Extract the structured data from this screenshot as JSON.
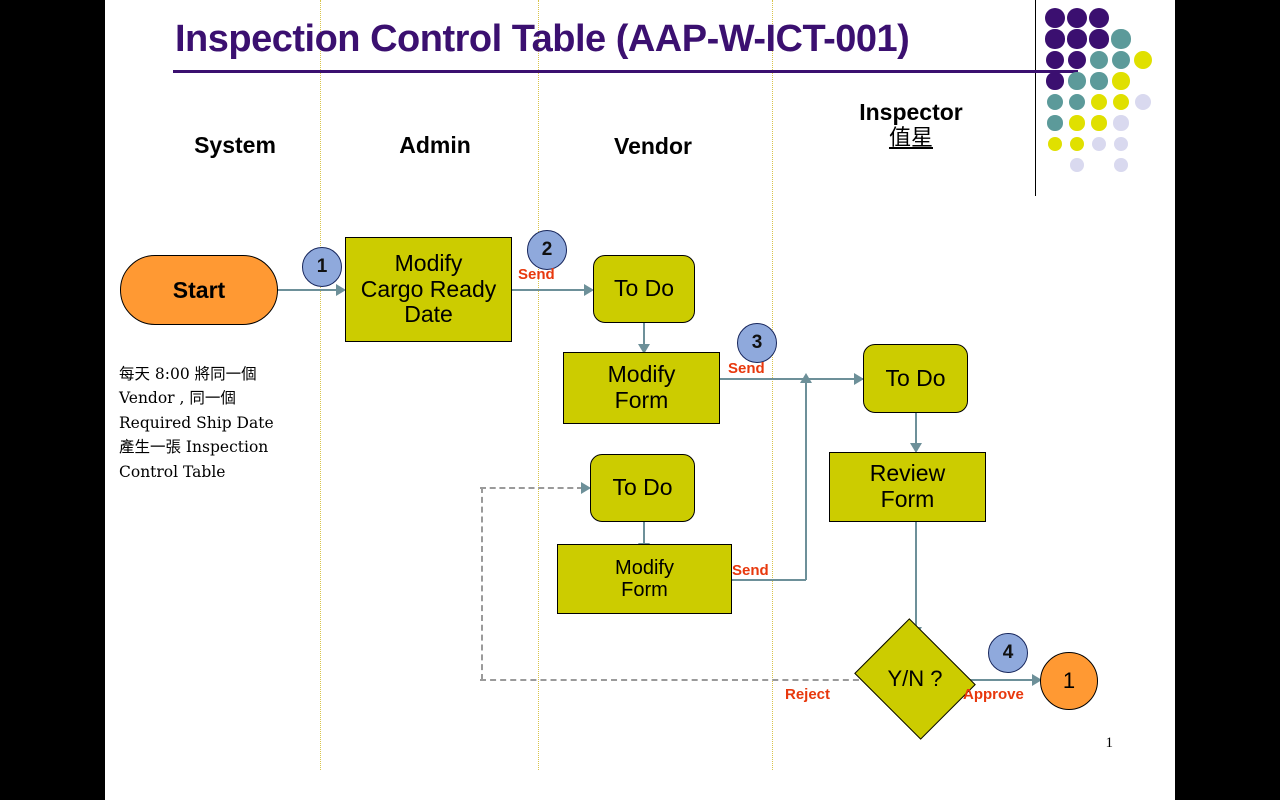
{
  "slide": {
    "title": "Inspection Control Table (AAP-W-ICT-001)",
    "page_number": "1",
    "colors": {
      "title": "#3b1070",
      "process_fill": "#cccc00",
      "terminator_fill": "#ff9933",
      "badge_fill": "#8fa9dc",
      "connector": "#6d9099",
      "label_text": "#e8380d",
      "guide_line": "#d9c44a",
      "dashed_line": "#9a9a9a",
      "slide_background": "#ffffff",
      "letterbox": "#000000"
    }
  },
  "lanes": [
    {
      "id": "system",
      "label": "System"
    },
    {
      "id": "admin",
      "label": "Admin"
    },
    {
      "id": "vendor",
      "label": "Vendor"
    },
    {
      "id": "inspector",
      "label": "Inspector",
      "sublabel": "值星"
    }
  ],
  "note": {
    "lines": [
      "每天 8:00 將同一個",
      "Vendor , 同一個",
      "Required Ship Date",
      "產生一張 Inspection",
      "Control Table"
    ]
  },
  "nodes": {
    "start": {
      "label": "Start",
      "shape": "terminator",
      "lane": "system"
    },
    "modify_cargo": {
      "label": "Modify Cargo Ready Date",
      "shape": "process",
      "lane": "admin",
      "line1": "Modify",
      "line2": "Cargo Ready",
      "line3": "Date"
    },
    "vendor_todo": {
      "label": "To Do",
      "shape": "process-rounded",
      "lane": "vendor"
    },
    "vendor_modify": {
      "label": "Modify Form",
      "shape": "process",
      "lane": "vendor",
      "line1": "Modify",
      "line2": "Form"
    },
    "vendor_todo2": {
      "label": "To Do",
      "shape": "process-rounded",
      "lane": "vendor"
    },
    "vendor_modify2": {
      "label": "Modify Form",
      "shape": "process",
      "lane": "vendor",
      "line1": "Modify",
      "line2": "Form"
    },
    "inspector_todo": {
      "label": "To Do",
      "shape": "process-rounded",
      "lane": "inspector"
    },
    "review_form": {
      "label": "Review Form",
      "shape": "process",
      "lane": "inspector",
      "line1": "Review",
      "line2": "Form"
    },
    "decision": {
      "label": "Y/N ?",
      "shape": "decision",
      "lane": "inspector"
    },
    "connector_end": {
      "label": "1",
      "shape": "connector",
      "lane": "inspector"
    }
  },
  "badges": [
    {
      "id": "badge-1",
      "label": "1"
    },
    {
      "id": "badge-2",
      "label": "2"
    },
    {
      "id": "badge-3",
      "label": "3"
    },
    {
      "id": "badge-4",
      "label": "4"
    }
  ],
  "edge_labels": [
    {
      "id": "send-1",
      "label": "Send"
    },
    {
      "id": "send-2",
      "label": "Send"
    },
    {
      "id": "send-3",
      "label": "Send"
    },
    {
      "id": "reject",
      "label": "Reject"
    },
    {
      "id": "approve",
      "label": "Approve"
    }
  ],
  "decoration": {
    "dot_grid_name": "dot-matrix-decoration",
    "palette": {
      "purple": "#3b0f70",
      "teal": "#5c9a9a",
      "yellow": "#e0e000",
      "pale": "#d9d9ef"
    },
    "rows": [
      [
        "purple",
        "purple",
        "purple",
        "none",
        "none"
      ],
      [
        "purple",
        "purple",
        "purple",
        "teal",
        "none"
      ],
      [
        "purple",
        "purple",
        "teal",
        "teal",
        "yellow"
      ],
      [
        "purple",
        "teal",
        "teal",
        "yellow",
        "none"
      ],
      [
        "teal",
        "teal",
        "yellow",
        "yellow",
        "pale"
      ],
      [
        "teal",
        "yellow",
        "yellow",
        "pale",
        "none"
      ],
      [
        "yellow",
        "yellow",
        "pale",
        "pale",
        "none"
      ],
      [
        "none",
        "pale",
        "none",
        "pale",
        "none"
      ]
    ]
  }
}
